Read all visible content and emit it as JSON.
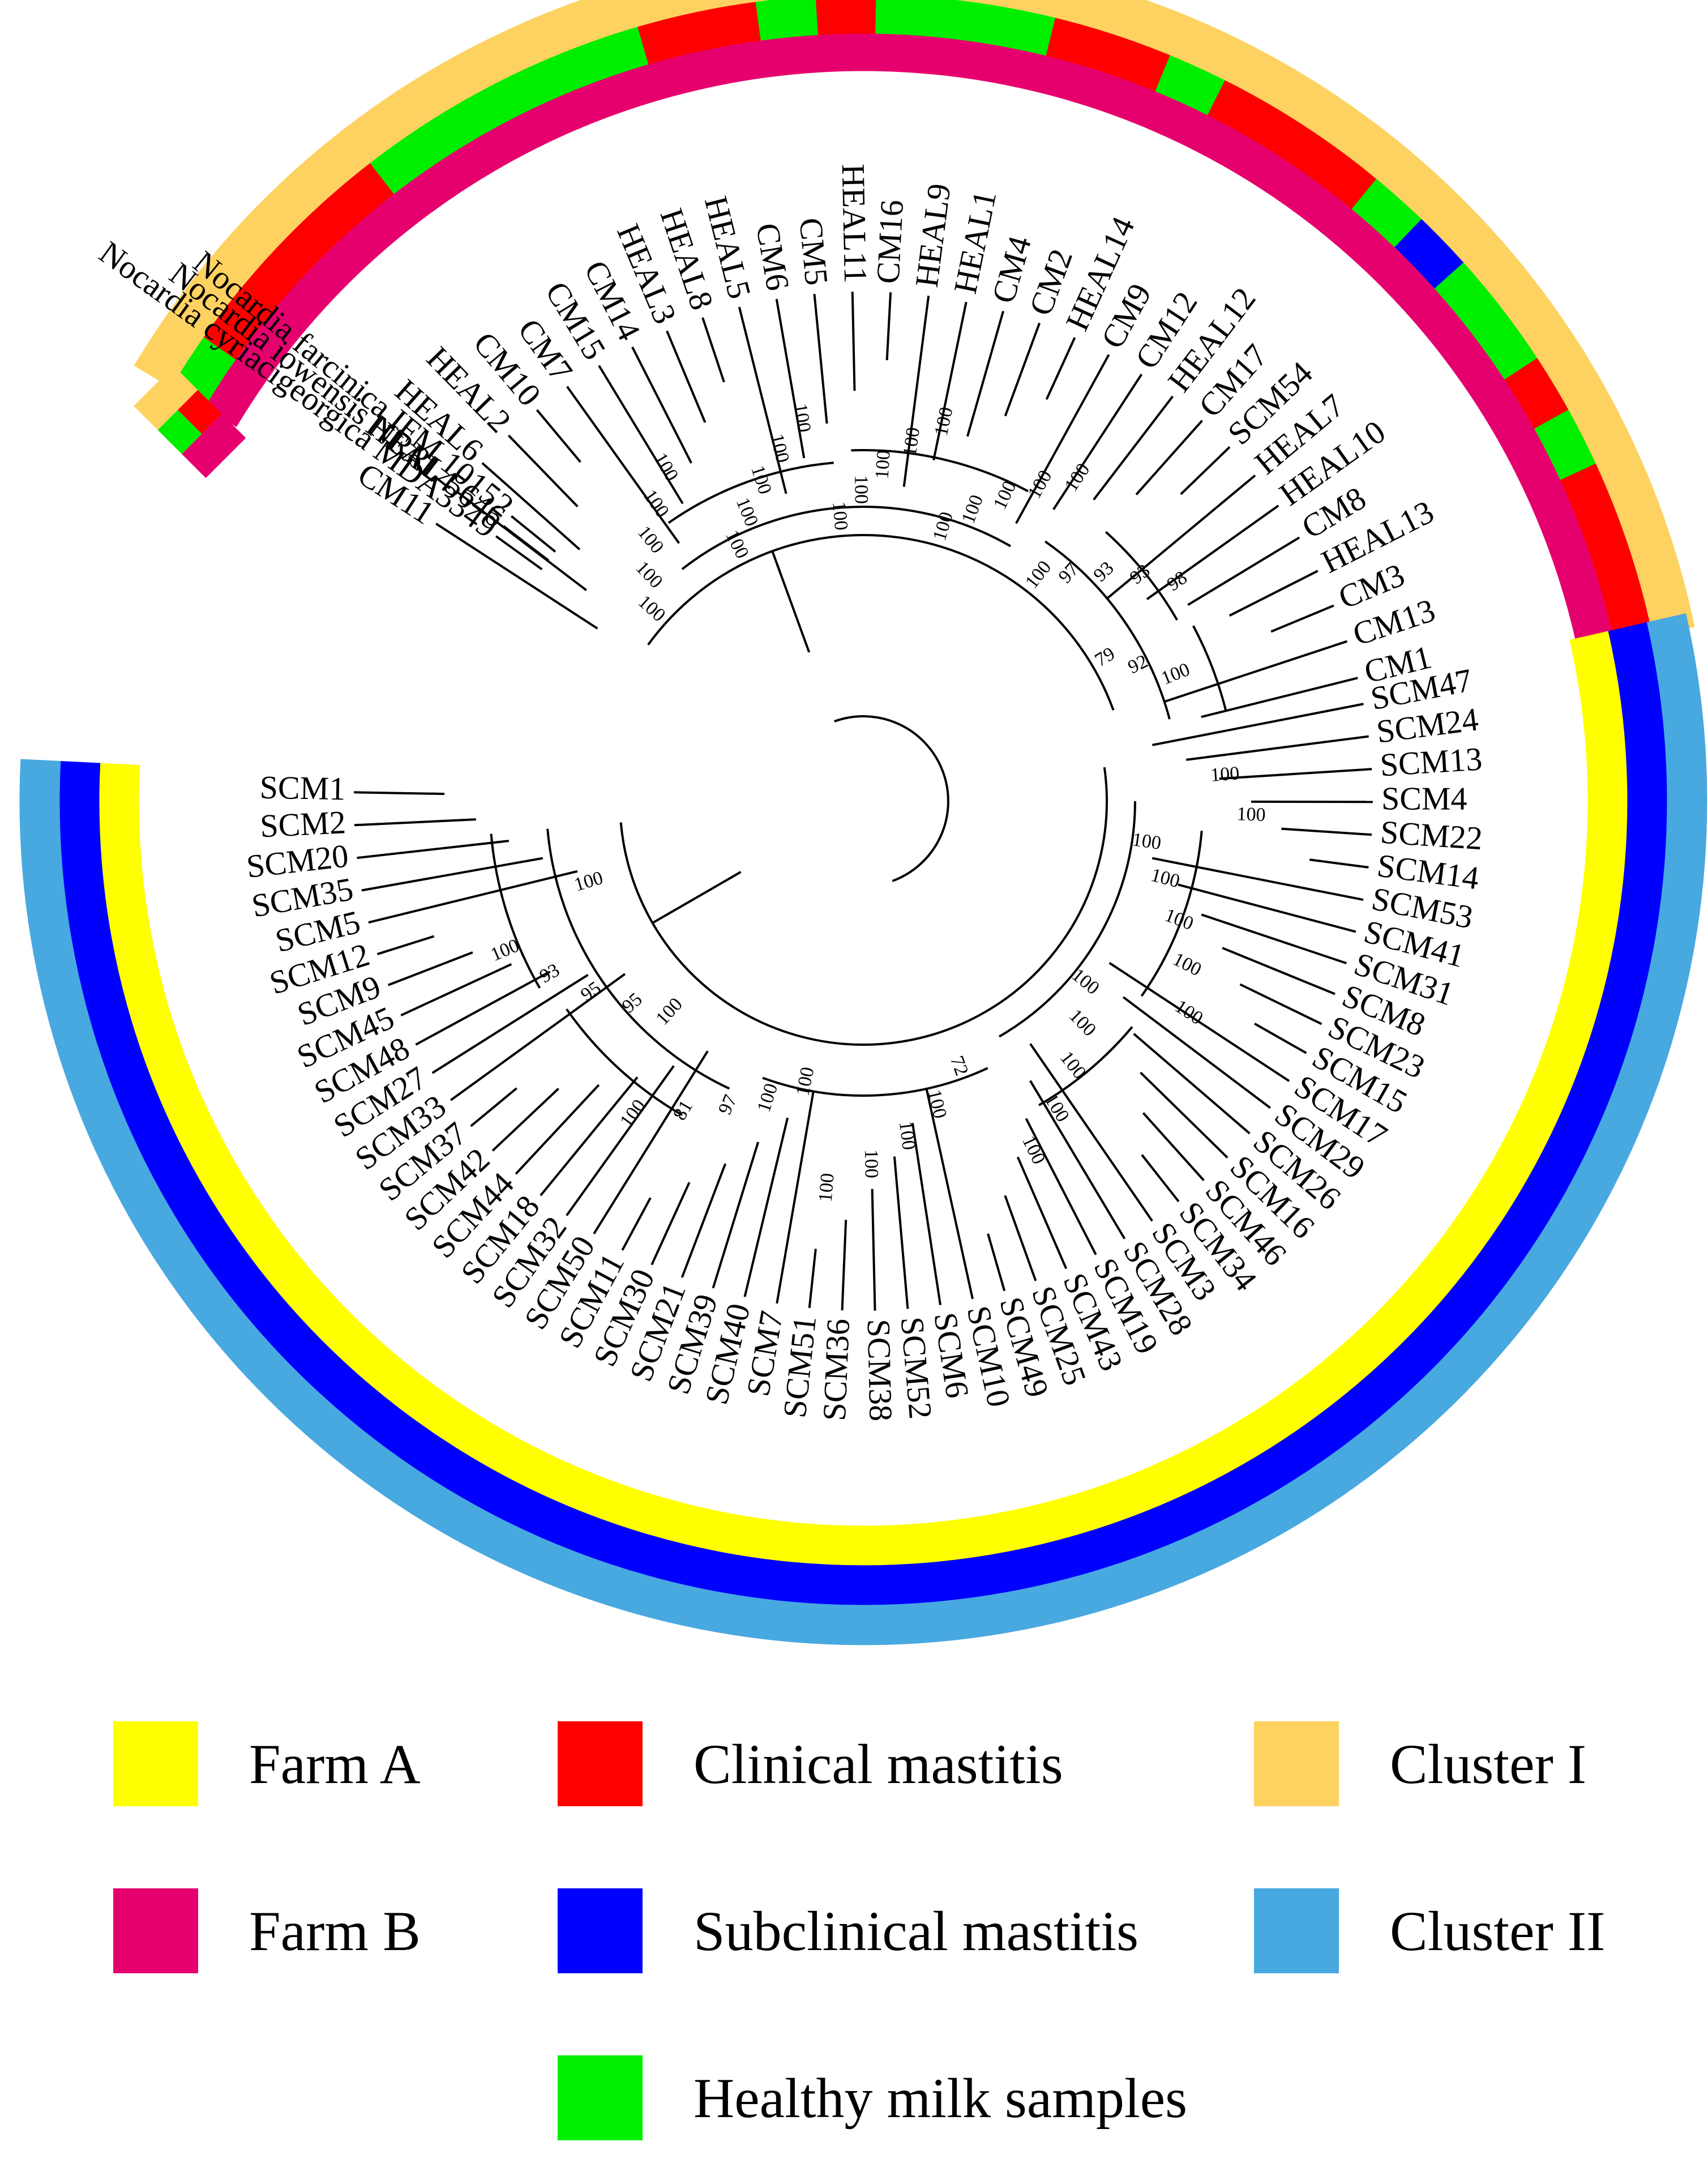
{
  "colors": {
    "farm_a": "#ffff00",
    "farm_b": "#e6006e",
    "clinical": "#ff0000",
    "subclinical": "#0000ff",
    "healthy": "#00ee00",
    "cluster_i": "#fdd261",
    "cluster_ii": "#48a8e0"
  },
  "tree": {
    "outgroups": [
      "Nocardia farcinica IFM 10152",
      "Nocardia iowensis NRRL 5646",
      "Nocardia cyriacigeorgica MDA3349"
    ],
    "cluster1_leaves": [
      "CM11",
      "HEAL4",
      "HEAL6",
      "HEAL2",
      "CM10",
      "CM7",
      "CM15",
      "CM14",
      "HEAL3",
      "HEAL8",
      "HEAL5",
      "CM6",
      "CM5",
      "HEAL11",
      "CM16",
      "HEAL9",
      "HEAL1",
      "CM4",
      "CM2",
      "HEAL14",
      "CM9",
      "CM12",
      "HEAL12",
      "CM17",
      "SCM54",
      "HEAL7",
      "HEAL10",
      "CM8",
      "HEAL13",
      "CM3",
      "CM13",
      "CM1"
    ],
    "cluster1_sample": [
      "healthy",
      "clinical",
      "clinical",
      "clinical",
      "clinical",
      "healthy",
      "healthy",
      "healthy",
      "healthy",
      "healthy",
      "clinical",
      "clinical",
      "healthy",
      "clinical",
      "healthy",
      "healthy",
      "healthy",
      "clinical",
      "clinical",
      "healthy",
      "clinical",
      "clinical",
      "clinical",
      "healthy",
      "subclinical",
      "healthy",
      "healthy",
      "clinical",
      "healthy",
      "clinical",
      "clinical",
      "clinical"
    ],
    "cluster2_leaves": [
      "SCM47",
      "SCM24",
      "SCM13",
      "SCM4",
      "SCM22",
      "SCM14",
      "SCM53",
      "SCM41",
      "SCM31",
      "SCM8",
      "SCM23",
      "SCM15",
      "SCM17",
      "SCM29",
      "SCM26",
      "SCM16",
      "SCM46",
      "SCM34",
      "SCM3",
      "SCM28",
      "SCM19",
      "SCM43",
      "SCM25",
      "SCM49",
      "SCM10",
      "SCM6",
      "SCM52",
      "SCM38",
      "SCM36",
      "SCM51",
      "SCM7",
      "SCM40",
      "SCM39",
      "SCM21",
      "SCM30",
      "SCM11",
      "SCM50",
      "SCM32",
      "SCM18",
      "SCM44",
      "SCM42",
      "SCM37",
      "SCM33",
      "SCM27",
      "SCM48",
      "SCM45",
      "SCM9",
      "SCM12",
      "SCM5",
      "SCM35",
      "SCM20",
      "SCM2",
      "SCM1"
    ],
    "bootstrap_values": [
      "100",
      "100",
      "100",
      "100",
      "100",
      "100",
      "100",
      "100",
      "100",
      "100",
      "100",
      "100",
      "100",
      "100",
      "100",
      "100",
      "100",
      "100",
      "100",
      "100",
      "100",
      "97",
      "93",
      "93",
      "98",
      "79",
      "92",
      "100",
      "100",
      "100",
      "100",
      "100",
      "100",
      "100",
      "100",
      "100",
      "100",
      "100",
      "100",
      "100",
      "72",
      "100",
      "100",
      "100",
      "100",
      "100",
      "100",
      "97",
      "81",
      "100",
      "100",
      "95",
      "95",
      "93",
      "100",
      "100"
    ]
  },
  "legend": [
    {
      "label": "Farm A",
      "color_key": "farm_a"
    },
    {
      "label": "Clinical mastitis",
      "color_key": "clinical"
    },
    {
      "label": "Cluster I",
      "color_key": "cluster_i"
    },
    {
      "label": "Farm B",
      "color_key": "farm_b"
    },
    {
      "label": "Subclinical mastitis",
      "color_key": "subclinical"
    },
    {
      "label": "Cluster II",
      "color_key": "cluster_ii"
    },
    {
      "label": "Healthy milk samples",
      "color_key": "healthy"
    }
  ]
}
